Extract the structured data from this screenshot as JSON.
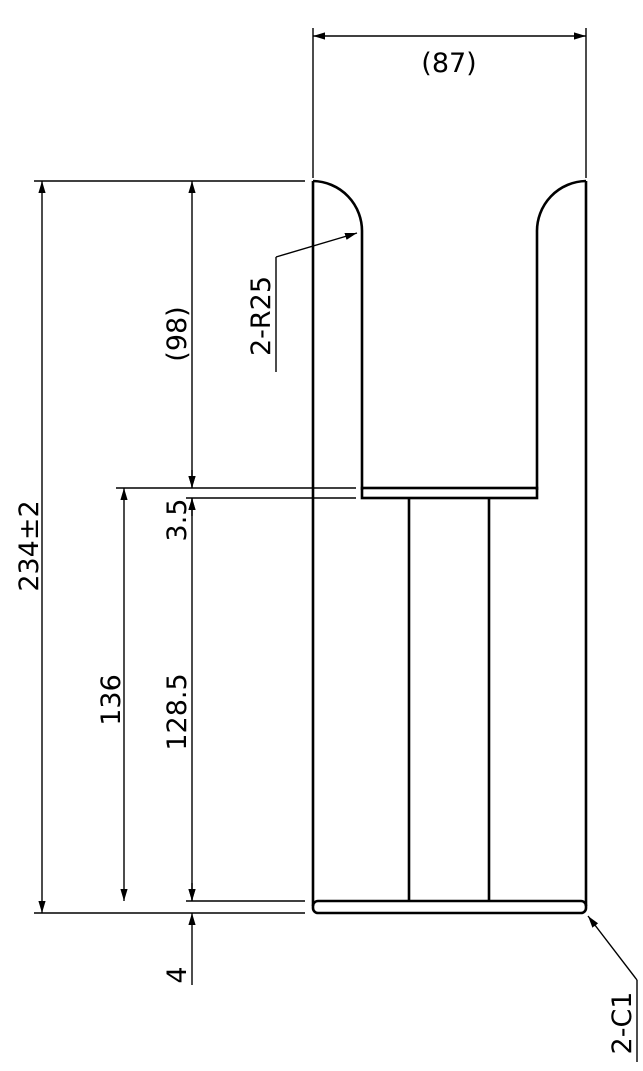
{
  "drawing": {
    "dimensions": {
      "top_width": "(87)",
      "overall_height": "234±2",
      "upper_height": "(98)",
      "plate_thickness": "3.5",
      "lower_height": "136",
      "post_height": "128.5",
      "base_thickness": "4"
    },
    "callouts": {
      "radius": "2-R25",
      "chamfer": "2-C1"
    }
  }
}
